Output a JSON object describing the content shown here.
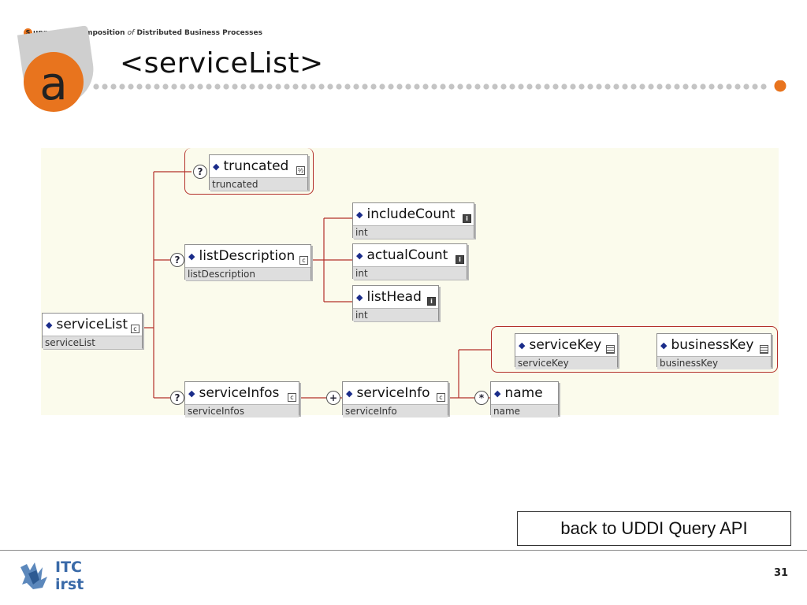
{
  "header": {
    "tagline_initial": "S",
    "tagline_rest": "upporting Composition",
    "tagline_of": "of",
    "tagline_end": "Distributed Business Processes",
    "logo_letter": "a"
  },
  "slide": {
    "title": "<serviceList>"
  },
  "diagram": {
    "nodes": {
      "serviceList": {
        "name": "serviceList",
        "type": "serviceList"
      },
      "truncated": {
        "name": "truncated",
        "type": "truncated"
      },
      "listDescription": {
        "name": "listDescription",
        "type": "listDescription"
      },
      "includeCount": {
        "name": "includeCount",
        "type": "int"
      },
      "actualCount": {
        "name": "actualCount",
        "type": "int"
      },
      "listHead": {
        "name": "listHead",
        "type": "int"
      },
      "serviceInfos": {
        "name": "serviceInfos",
        "type": "serviceInfos"
      },
      "serviceInfo": {
        "name": "serviceInfo",
        "type": "serviceInfo"
      },
      "serviceKey": {
        "name": "serviceKey",
        "type": "serviceKey"
      },
      "businessKey": {
        "name": "businessKey",
        "type": "businessKey"
      },
      "name": {
        "name": "name",
        "type": "name"
      }
    },
    "symbols": {
      "optional": "?",
      "one_or_more": "+",
      "zero_or_more": "*"
    },
    "colors": {
      "connector": "#b3302a",
      "panel": "#fbfbec",
      "accent": "#e8741e"
    }
  },
  "nav": {
    "back_label": "back to UDDI Query API"
  },
  "footer": {
    "org_line1": "ITC",
    "org_line2": "irst",
    "page_number": "31"
  }
}
